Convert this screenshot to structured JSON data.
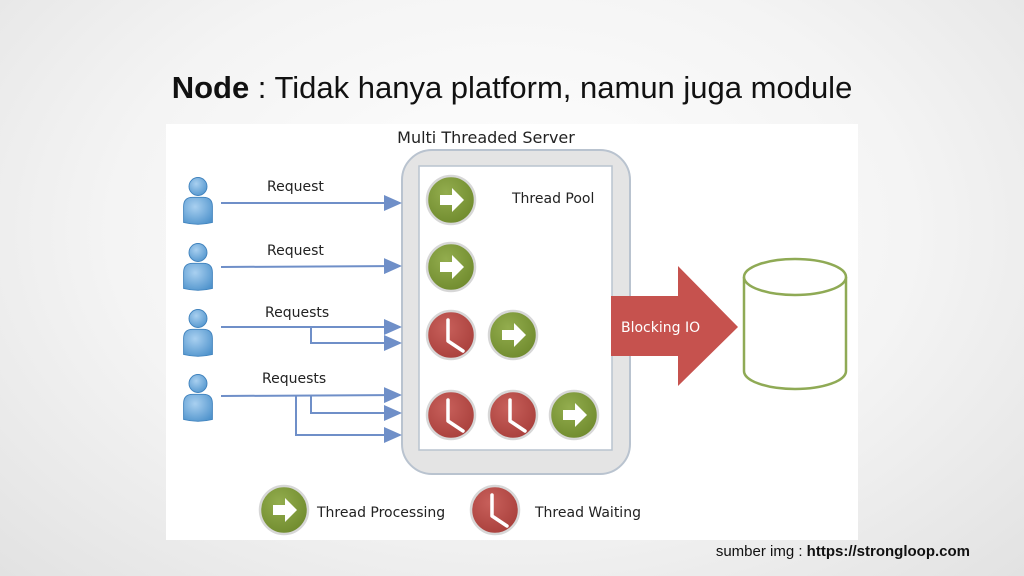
{
  "slide": {
    "title_bold": "Node",
    "title_rest": " : Tidak hanya platform, namun juga module",
    "source_label": "sumber img : ",
    "source_url": "https://strongloop.com"
  },
  "diagram": {
    "server_title": "Multi Threaded Server",
    "pool_label": "Thread Pool",
    "blocking_label": "Blocking IO",
    "requests": [
      "Request",
      "Request",
      "Requests",
      "Requests"
    ],
    "legend_processing": "Thread Processing",
    "legend_waiting": "Thread Waiting"
  },
  "colors": {
    "processing": "#7f9a3b",
    "waiting": "#b84b47",
    "arrow": "#c6524e",
    "line": "#6f8fc8",
    "database": "#8faa55",
    "user": "#5b9bd5"
  }
}
